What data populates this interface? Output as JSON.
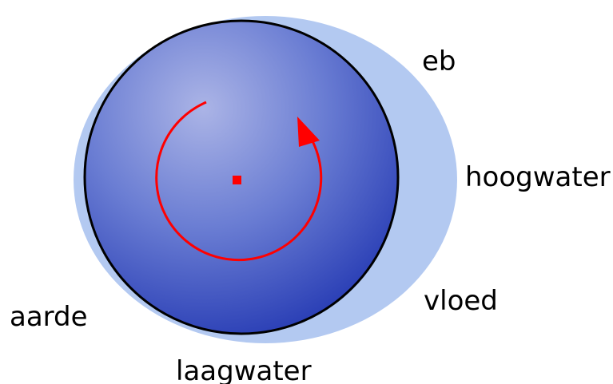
{
  "labels": {
    "eb": "eb",
    "hoogwater": "hoogwater",
    "vloed": "vloed",
    "aarde": "aarde",
    "laagwater": "laagwater"
  },
  "colors": {
    "water_bulge": "#b3c9f1",
    "earth_light": "#a9b3e6",
    "earth_dark": "#1e32b4",
    "earth_outline": "#000000",
    "rotation_arrow": "#ff0000",
    "center_dot": "#ff0000"
  },
  "icons": {
    "rotation": "counterclockwise-rotation-arrow-icon",
    "axis": "center-dot-icon"
  }
}
